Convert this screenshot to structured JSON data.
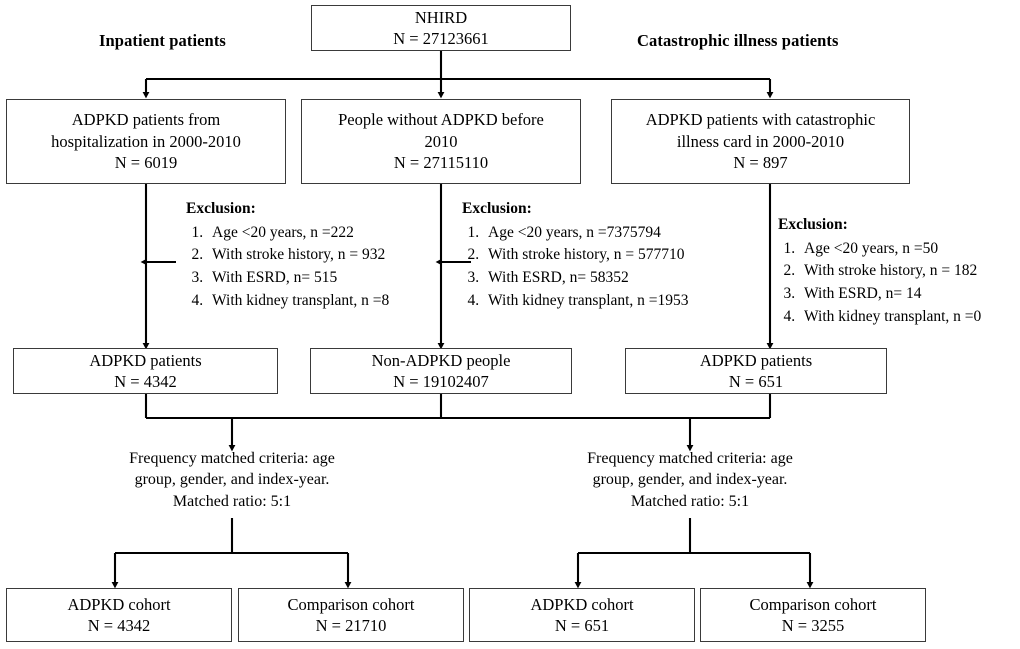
{
  "headers": {
    "left": "Inpatient patients",
    "right": "Catastrophic illness patients"
  },
  "nodes": {
    "source": {
      "title": "NHIRD",
      "count": "N = 27123661"
    },
    "inpatient": {
      "line1": "ADPKD patients from",
      "line2": "hospitalization in 2000-2010",
      "count": "N = 6019"
    },
    "without": {
      "line1": "People without ADPKD before",
      "line2": "2010",
      "count": "N = 27115110"
    },
    "catastrophic": {
      "line1": "ADPKD patients with catastrophic",
      "line2": "illness card in 2000-2010",
      "count": "N = 897"
    },
    "adpkd_left": {
      "title": "ADPKD patients",
      "count": "N = 4342"
    },
    "nonadpkd": {
      "title": "Non-ADPKD people",
      "count": "N = 19102407"
    },
    "adpkd_right": {
      "title": "ADPKD patients",
      "count": "N = 651"
    },
    "cohort_a1": {
      "title": "ADPKD cohort",
      "count": "N = 4342"
    },
    "cohort_a2": {
      "title": "Comparison cohort",
      "count": "N = 21710"
    },
    "cohort_b1": {
      "title": "ADPKD cohort",
      "count": "N = 651"
    },
    "cohort_b2": {
      "title": "Comparison cohort",
      "count": "N = 3255"
    }
  },
  "exclusions": {
    "left": {
      "title": "Exclusion:",
      "items": [
        "Age <20 years, n =222",
        "With stroke history, n = 932",
        "With ESRD, n= 515",
        "With kidney transplant, n =8"
      ]
    },
    "middle": {
      "title": "Exclusion:",
      "items": [
        "Age <20 years, n =7375794",
        "With stroke history, n = 577710",
        "With ESRD, n= 58352",
        "With kidney transplant, n =1953"
      ]
    },
    "right": {
      "title": "Exclusion:",
      "items": [
        "Age <20 years, n =50",
        "With stroke history, n = 182",
        "With ESRD, n= 14",
        "With kidney transplant, n =0"
      ]
    }
  },
  "match_notes": {
    "left": {
      "line1": "Frequency matched criteria: age",
      "line2": "group, gender, and index-year.",
      "line3": "Matched ratio: 5:1"
    },
    "right": {
      "line1": "Frequency matched criteria: age",
      "line2": "group, gender, and index-year.",
      "line3": "Matched ratio: 5:1"
    }
  },
  "colors": {
    "box_border": "#3a3a3a",
    "connector": "#000000",
    "background": "#ffffff",
    "text": "#000000"
  }
}
